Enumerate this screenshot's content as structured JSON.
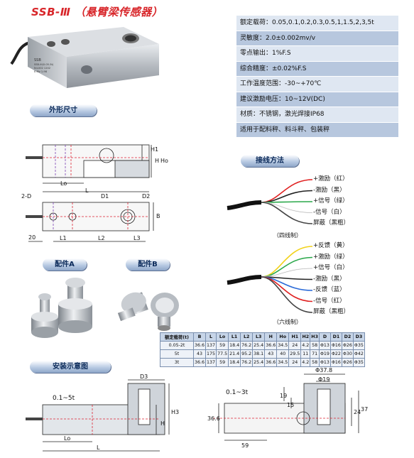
{
  "title": "SSB-Ⅲ （悬臂梁传感器）",
  "specs": [
    "额定载荷：0.05,0.1,0.2,0.3,0.5,1,1.5,2,3,5t",
    "灵敏度：2.0±0.002mv/v",
    "零点输出：1%F.S",
    "综合精度：±0.02%F.S",
    "工作温度范围：-30~+70℃",
    "建议激励电压：10~12V(DC)",
    "材质：不锈钢，激光焊接IP68",
    "适用于配料秤、料斗秤、包装秤"
  ],
  "sections": {
    "dimensions": "外形尺寸",
    "wiring": "接线方法",
    "part_a": "配件A",
    "part_b": "配件B",
    "install": "安装示意图"
  },
  "dim_labels": {
    "lo": "Lo",
    "l": "L",
    "h": "H",
    "h1": "H1",
    "ho": "Ho",
    "two_d": "2-D",
    "d1": "D1",
    "d2": "D2",
    "b": "B",
    "l1": "L1",
    "l2": "L2",
    "l3": "L3",
    "twenty": "20"
  },
  "product_label": {
    "brand": "SSB",
    "line1": "SSB-III(0.05-5t)",
    "line2": "N:L002 1202",
    "line3": "E:Mv  1-98"
  },
  "wiring": {
    "four_wire": {
      "labels": [
        "+激励（红）",
        "-激励（黑）",
        "+信号（绿）",
        "-信号（白）",
        "屏蔽（黑粗）"
      ],
      "caption": "（四线制）",
      "colors": [
        "#e02020",
        "#222222",
        "#2aa84a",
        "#f0f0f0",
        "#444444"
      ]
    },
    "six_wire": {
      "labels": [
        "+反馈（黄）",
        "+激励（绿）",
        "+信号（白）",
        "-激励（黑）",
        "-反馈（蓝）",
        "-信号（红）",
        "屏蔽（黑粗）"
      ],
      "caption": "（六线制）",
      "colors": [
        "#f2d21a",
        "#2aa84a",
        "#f0f0f0",
        "#222222",
        "#2a6ad8",
        "#e02020",
        "#444444"
      ]
    }
  },
  "table": {
    "headers": [
      "额定载荷(t)",
      "B",
      "L",
      "Lo",
      "L1",
      "L2",
      "L3",
      "H",
      "Ho",
      "H1",
      "H2",
      "H3",
      "D",
      "D1",
      "D2",
      "D3"
    ],
    "rows": [
      [
        "0.05-2t",
        "36.6",
        "137",
        "59",
        "18.4",
        "76.2",
        "25.4",
        "36.6",
        "34.5",
        "24",
        "4.2",
        "58",
        "Φ13",
        "Φ16",
        "Φ26",
        "Φ35"
      ],
      [
        "5t",
        "43",
        "175",
        "77.5",
        "21.4",
        "95.2",
        "38.1",
        "43",
        "40",
        "29.5",
        "11",
        "71",
        "Φ19",
        "Φ22",
        "Φ30",
        "Φ42"
      ],
      [
        "3t",
        "36.6",
        "137",
        "59",
        "18.4",
        "76.2",
        "25.4",
        "36.6",
        "34.5",
        "24",
        "4.2",
        "58",
        "Φ13",
        "Φ16",
        "Φ26",
        "Φ35"
      ]
    ]
  },
  "install_left": {
    "range": "0.1~5t",
    "d3": "D3",
    "h3": "H3",
    "h": "H",
    "lo": "Lo",
    "l": "L"
  },
  "install_right": {
    "range": "0.1~3t",
    "d378": "Φ37.8",
    "d19": "Φ19",
    "n19": "19",
    "n15": "15",
    "n24": "24",
    "n37": "37",
    "n366": "36.6",
    "n59": "59"
  }
}
